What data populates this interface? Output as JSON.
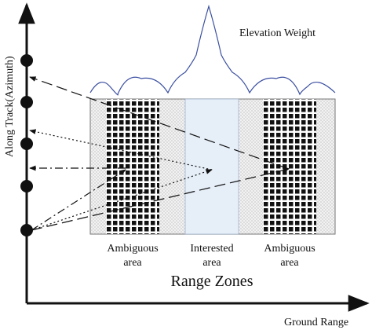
{
  "axes": {
    "y_label": "Along Track(Azimuth)",
    "x_label": "Ground Range"
  },
  "curve": {
    "label": "Elevation Weight",
    "color": "#3a4fa0"
  },
  "zones": {
    "left": {
      "line1": "Ambiguous",
      "line2": "area"
    },
    "center": {
      "line1": "Interested",
      "line2": "area"
    },
    "right": {
      "line1": "Ambiguous",
      "line2": "area"
    },
    "caption": "Range Zones"
  },
  "colors": {
    "interested_fill": "#e6eef8",
    "ink": "#111111"
  }
}
